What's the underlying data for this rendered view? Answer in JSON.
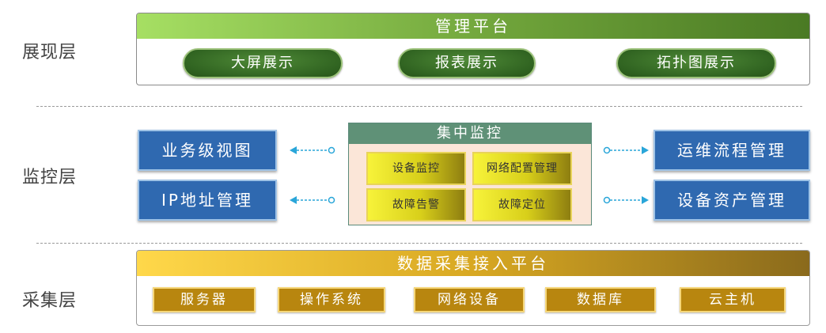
{
  "layers": {
    "presentation": "展现层",
    "monitoring": "监控层",
    "collection": "采集层"
  },
  "presentation_layer": {
    "header": "管理平台",
    "items": [
      "大屏展示",
      "报表展示",
      "拓扑图展示"
    ]
  },
  "monitoring_layer": {
    "left": [
      "业务级视图",
      "IP地址管理"
    ],
    "center": {
      "header": "集中监控",
      "items": [
        "设备监控",
        "网络配置管理",
        "故障告警",
        "故障定位"
      ]
    },
    "right": [
      "运维流程管理",
      "设备资产管理"
    ]
  },
  "collection_layer": {
    "header": "数据采集接入平台",
    "items": [
      "服务器",
      "操作系统",
      "网络设备",
      "数据库",
      "云主机"
    ]
  },
  "colors": {
    "green_accent": "#4f8a37",
    "blue_box": "#2f69b0",
    "arrow": "#2aa6d9",
    "gold_box": "#b8860f"
  }
}
